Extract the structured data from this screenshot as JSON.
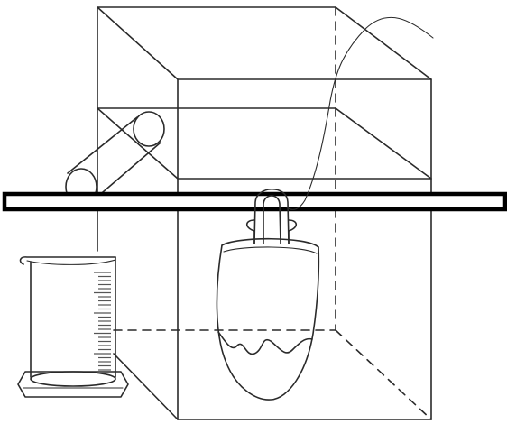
{
  "figure": {
    "background_color": "#ffffff",
    "line_color": "#2a2a2a",
    "components": [
      "outer-container",
      "inner-shelf",
      "overflow-tube",
      "support-bar",
      "immersed-pot",
      "lifting-string",
      "graduated-beaker"
    ]
  }
}
